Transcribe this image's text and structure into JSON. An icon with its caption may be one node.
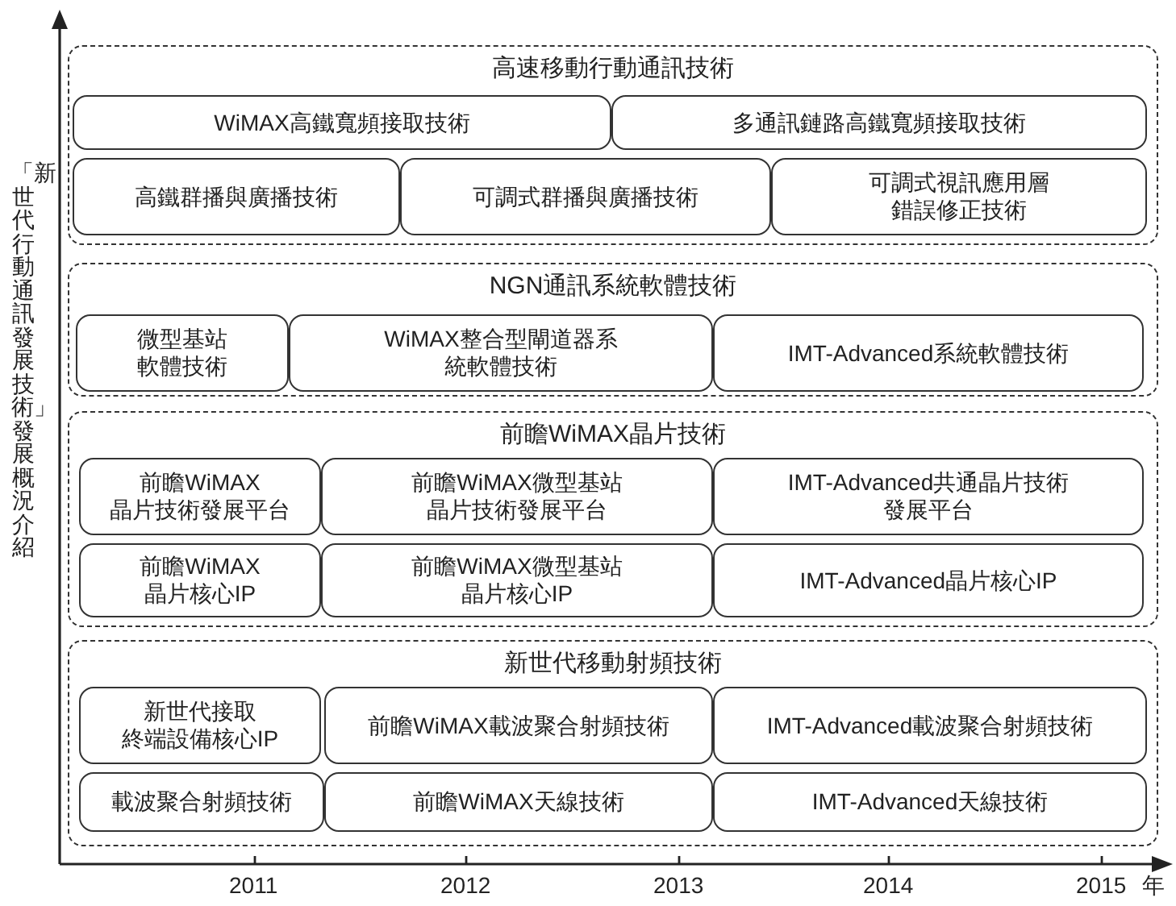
{
  "diagram": {
    "nodes": [
      {
        "text": [
          "高速移動行動通訊技術"
        ]
      },
      {
        "text": [
          "WiMAX高鐵寬頻接取技術"
        ],
        "in": 0
      },
      {
        "text": [
          "多通訊鏈路高鐵寬頻接取技術"
        ],
        "in": 0
      },
      {
        "text": [
          "高鐵群播與廣播技術"
        ],
        "in": 0
      },
      {
        "text": [
          "可調式群播與廣播技術"
        ],
        "in": 0
      },
      {
        "text": [
          "可調式視訊應用層錯誤修正技術"
        ],
        "in": 0
      },
      {
        "text": [
          "NGN通訊系統軟體技術"
        ]
      },
      {
        "text": [
          "微型基站軟體技術"
        ],
        "in": 6
      },
      {
        "text": [
          "WiMAX整合型閘道器系統軟體技術"
        ],
        "in": 6
      },
      {
        "text": [
          "IMT-Advanced系統軟體技術"
        ],
        "in": 6
      },
      {
        "text": [
          "前瞻WiMAX晶片技術"
        ]
      },
      {
        "text": [
          "前瞻WiMAX晶片技術發展平台"
        ],
        "in": 10
      },
      {
        "text": [
          "前瞻WiMAX微型基站晶片技術發展平台"
        ],
        "in": 10
      },
      {
        "text": [
          "IMT-Advanced共通晶片技術發展平台"
        ],
        "in": 10
      },
      {
        "text": [
          "前瞻WiMAX晶片核心IP"
        ],
        "in": 10
      },
      {
        "text": [
          "前瞻WiMAX微型基站晶片核心IP"
        ],
        "in": 10
      },
      {
        "text": [
          "IMT-Advanced晶片核心IP"
        ],
        "in": 10
      },
      {
        "text": [
          "新世代移動射頻技術"
        ]
      },
      {
        "text": [
          "新世代接取終端設備核心IP"
        ],
        "in": 17
      },
      {
        "text": [
          "前瞻WiMAX載波聚合射頻技術"
        ],
        "in": 17
      },
      {
        "text": [
          "IMT-Advanced載波聚合射頻技術"
        ],
        "in": 17
      },
      {
        "text": [
          "載波聚合射頻技術"
        ],
        "in": 17
      },
      {
        "text": [
          "前瞻WiMAX天線技術"
        ],
        "in": 17
      },
      {
        "text": [
          "IMT-Advanced天線技術"
        ],
        "in": 17
      }
    ],
    "labels": [
      "「新世代行動通訊發展技術」發展概況介紹",
      "2011",
      "2012",
      "2013",
      "2014",
      "2015",
      "年"
    ]
  }
}
